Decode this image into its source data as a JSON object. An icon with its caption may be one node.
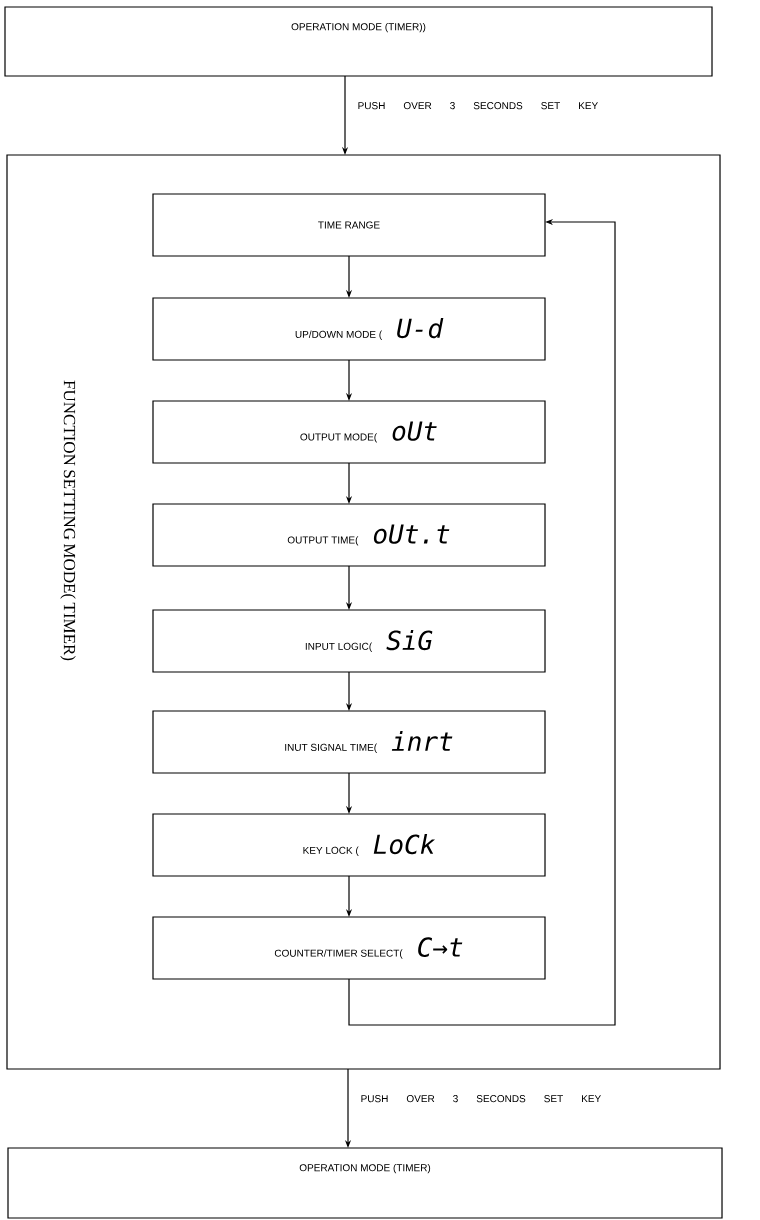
{
  "diagram": {
    "nodes": [
      {
        "text": [
          "OPERATION MODE (TIMER))"
        ]
      },
      {
        "text": [
          "FUNCTION SETTING MODE( TIMER)"
        ]
      },
      {
        "text": [
          "TIME RANGE"
        ],
        "in": 1
      },
      {
        "text": [
          "UP/DOWN MODE (",
          "U-d"
        ],
        "in": 1
      },
      {
        "text": [
          "OUTPUT MODE(",
          "oUt"
        ],
        "in": 1
      },
      {
        "text": [
          "OUTPUT TIME(",
          "oUt.t"
        ],
        "in": 1
      },
      {
        "text": [
          "INPUT LOGIC(",
          "SiG"
        ],
        "in": 1
      },
      {
        "text": [
          "INUT SIGNAL TIME(",
          "inrt"
        ],
        "in": 1
      },
      {
        "text": [
          "KEY LOCK (",
          "LoCk"
        ],
        "in": 1
      },
      {
        "text": [
          "COUNTER/TIMER SELECT(",
          "C→t"
        ],
        "in": 1
      },
      {
        "text": [
          "OPERATION MODE (TIMER)"
        ]
      }
    ],
    "edges": [
      {
        "from": 0,
        "to": 1,
        "arrow": "to",
        "label": "PUSH OVER 3 SECONDS SET KEY"
      },
      {
        "from": 2,
        "to": 3,
        "arrow": "to"
      },
      {
        "from": 3,
        "to": 4,
        "arrow": "to"
      },
      {
        "from": 4,
        "to": 5,
        "arrow": "to"
      },
      {
        "from": 5,
        "to": 6,
        "arrow": "to"
      },
      {
        "from": 6,
        "to": 7,
        "arrow": "to"
      },
      {
        "from": 7,
        "to": 8,
        "arrow": "to"
      },
      {
        "from": 8,
        "to": 9,
        "arrow": "to"
      },
      {
        "from": 9,
        "to": 2,
        "arrow": "to"
      },
      {
        "from": 1,
        "to": 10,
        "arrow": "to",
        "label": "PUSH OVER 3 SECONDS SET KEY"
      }
    ]
  }
}
